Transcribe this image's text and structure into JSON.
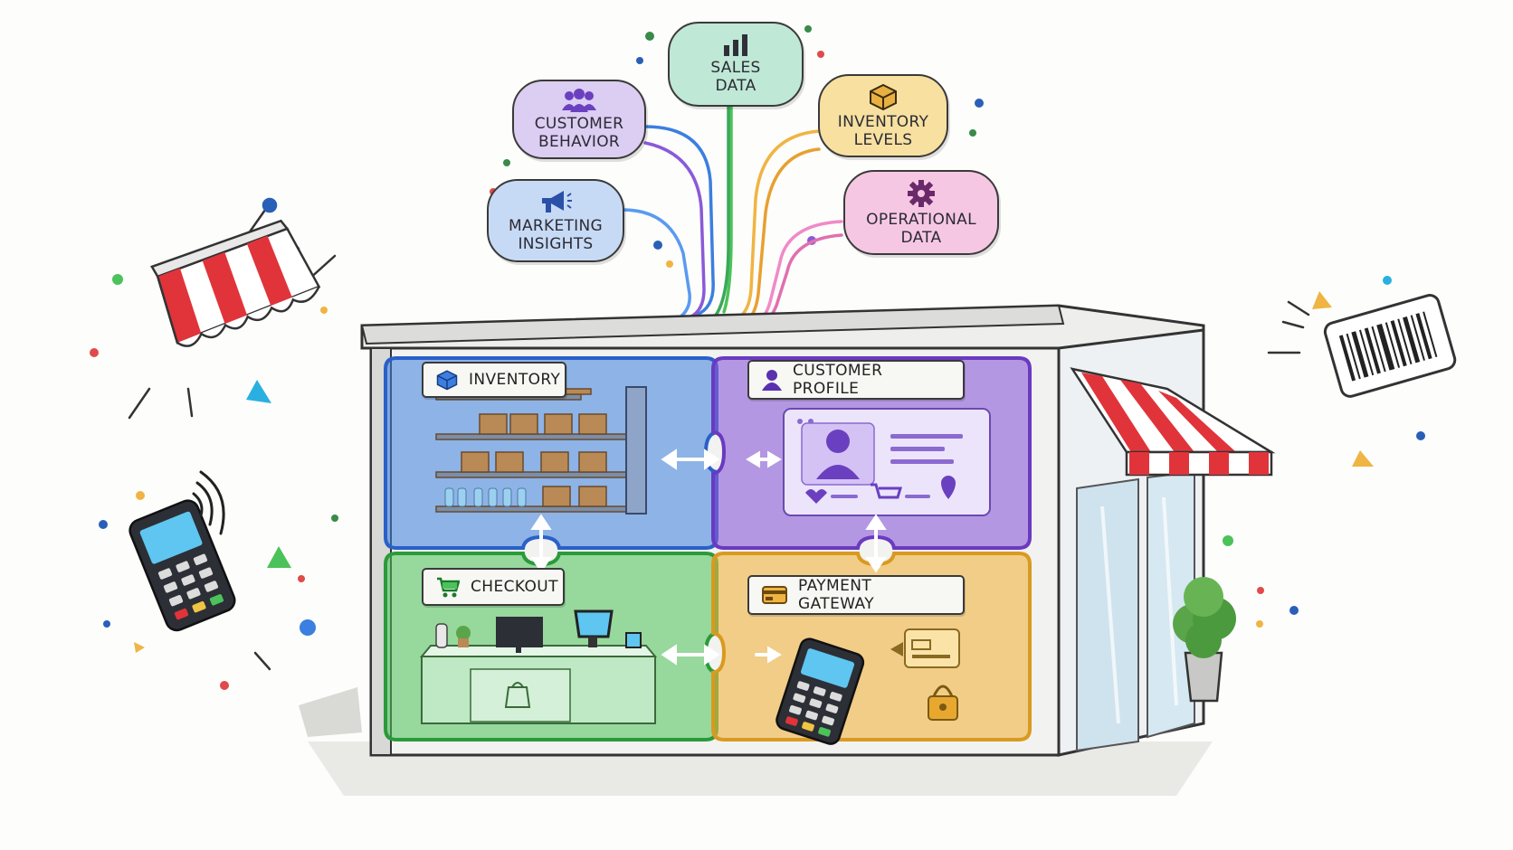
{
  "data_sources": [
    {
      "label": "SALES\nDATA",
      "icon": "bar-chart-icon",
      "color": "#bfe8d6"
    },
    {
      "label": "CUSTOMER\nBEHAVIOR",
      "icon": "people-icon",
      "color": "#dccdf2"
    },
    {
      "label": "INVENTORY\nLEVELS",
      "icon": "box-icon",
      "color": "#f7e0a0"
    },
    {
      "label": "MARKETING\nINSIGHTS",
      "icon": "megaphone-icon",
      "color": "#c7daf5"
    },
    {
      "label": "OPERATIONAL\nDATA",
      "icon": "gear-icon",
      "color": "#f6c7e3"
    }
  ],
  "modules": {
    "inventory": {
      "label": "INVENTORY",
      "icon": "box-icon",
      "color": "#3b7fe0"
    },
    "customer_profile": {
      "label": "CUSTOMER PROFILE",
      "icon": "person-icon",
      "color": "#8a5ad8"
    },
    "checkout": {
      "label": "CHECKOUT",
      "icon": "cart-icon",
      "color": "#4cc25a"
    },
    "payment_gateway": {
      "label": "PAYMENT GATEWAY",
      "icon": "card-icon",
      "color": "#f0b443"
    }
  },
  "accent_colors": {
    "awning_red": "#e0343a",
    "outline": "#3a3a3a"
  }
}
